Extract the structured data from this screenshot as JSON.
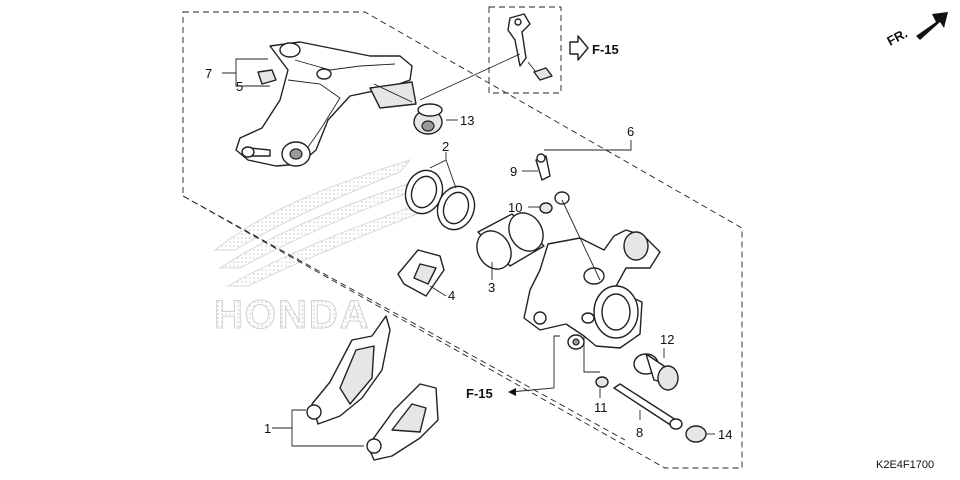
{
  "orientation": {
    "label": "FR.",
    "icon": "arrow-up-right-icon"
  },
  "refs": {
    "f15_top": "F-15",
    "f15_bottom": "F-15"
  },
  "watermark": {
    "text": "HONDA"
  },
  "labels": {
    "p1": "1",
    "p2": "2",
    "p3": "3",
    "p4": "4",
    "p5": "5",
    "p6": "6",
    "p7": "7",
    "p8": "8",
    "p9": "9",
    "p10": "10",
    "p11": "11",
    "p12": "12",
    "p13": "13",
    "p14": "14"
  },
  "code": "K2E4F1700"
}
